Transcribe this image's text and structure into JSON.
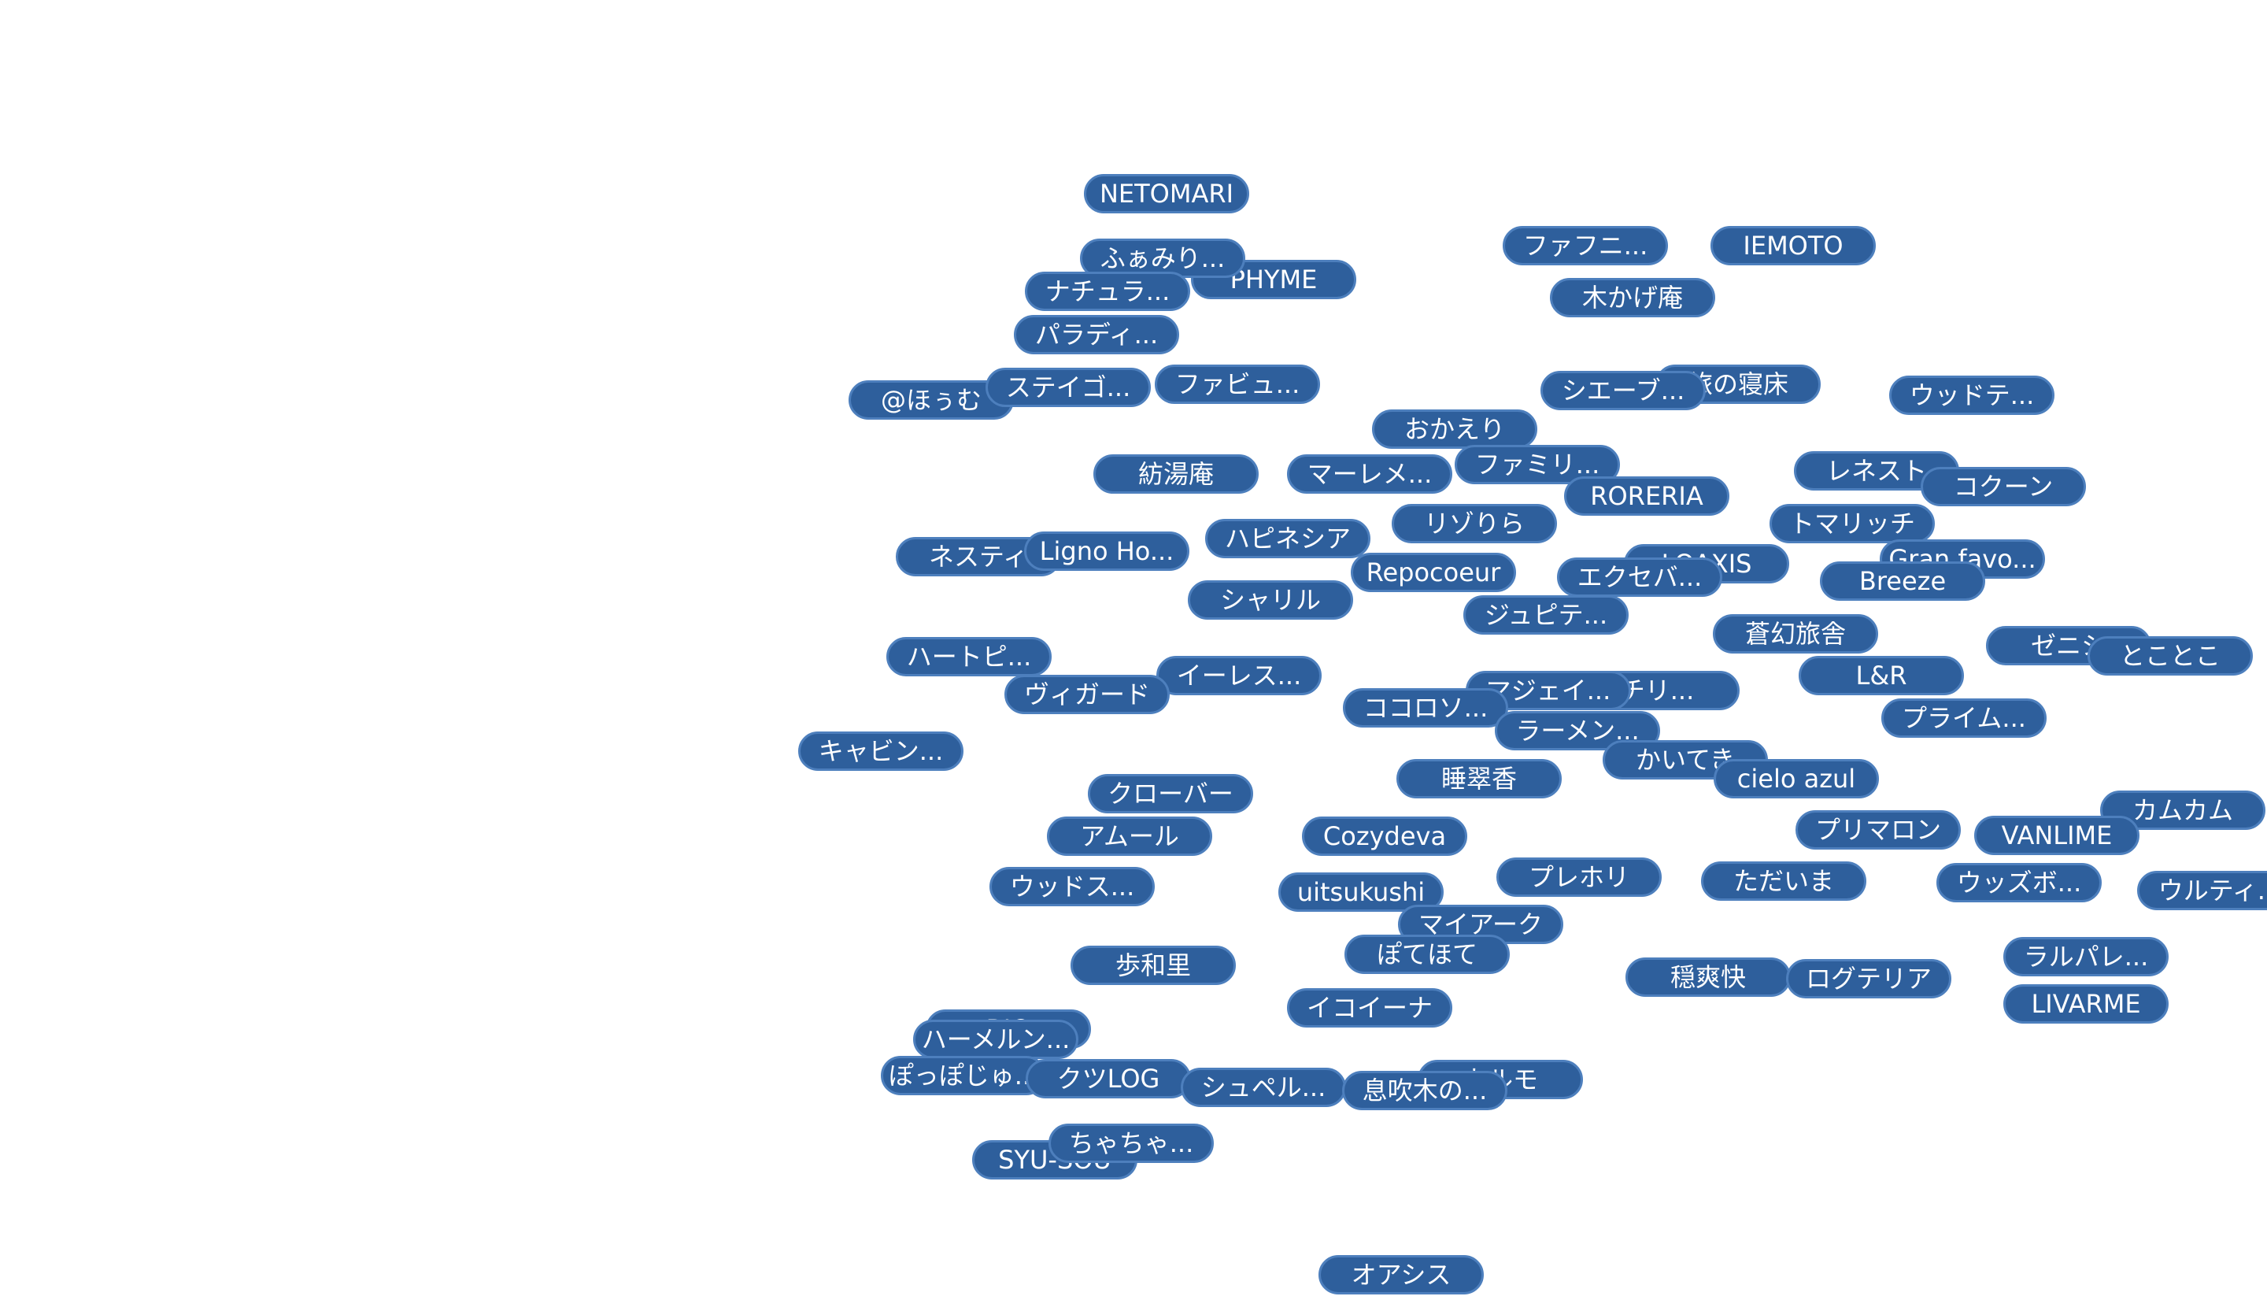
{
  "map": {
    "background": "#ffffff",
    "marker_color": "#2e5f9c",
    "marker_border": "#4d7fbd",
    "marker_text_color": "#ffffff"
  },
  "markers": [
    {
      "label": "NETOMARI"
    },
    {
      "label": "PHYME"
    },
    {
      "label": "ふぁみり..."
    },
    {
      "label": "ナチュラ..."
    },
    {
      "label": "パラディ..."
    },
    {
      "label": "ファフニ..."
    },
    {
      "label": "IEMOTO"
    },
    {
      "label": "木かげ庵"
    },
    {
      "label": "@ほぅむ"
    },
    {
      "label": "ステイゴ..."
    },
    {
      "label": "ファビュ..."
    },
    {
      "label": "旅の寝床"
    },
    {
      "label": "シエーブ..."
    },
    {
      "label": "ウッドテ..."
    },
    {
      "label": "おかえり"
    },
    {
      "label": "紡湯庵"
    },
    {
      "label": "マーレメ..."
    },
    {
      "label": "ファミリ..."
    },
    {
      "label": "レネスト"
    },
    {
      "label": "コクーン"
    },
    {
      "label": "RORERIA"
    },
    {
      "label": "リゾりら"
    },
    {
      "label": "トマリッチ"
    },
    {
      "label": "ハピネシア"
    },
    {
      "label": "ネスティ"
    },
    {
      "label": "Ligno Ho..."
    },
    {
      "label": "LOAXIS"
    },
    {
      "label": "Gran favo..."
    },
    {
      "label": "Repocoeur"
    },
    {
      "label": "エクセバ..."
    },
    {
      "label": "Breeze"
    },
    {
      "label": "シャリル"
    },
    {
      "label": "ジュピテ..."
    },
    {
      "label": "蒼幻旅舎"
    },
    {
      "label": "ゼニシ"
    },
    {
      "label": "とことこ"
    },
    {
      "label": "ハートピ..."
    },
    {
      "label": "イーレス..."
    },
    {
      "label": "L&R"
    },
    {
      "label": "ヴィガード"
    },
    {
      "label": "チリ..."
    },
    {
      "label": "マジェイ..."
    },
    {
      "label": "ココロソ..."
    },
    {
      "label": "プライム..."
    },
    {
      "label": "ラーメン..."
    },
    {
      "label": "キャビン..."
    },
    {
      "label": "かいてき"
    },
    {
      "label": "cielo azul"
    },
    {
      "label": "睡翠香"
    },
    {
      "label": "クローバー"
    },
    {
      "label": "カムカム"
    },
    {
      "label": "プリマロン"
    },
    {
      "label": "VANLIME"
    },
    {
      "label": "アムール"
    },
    {
      "label": "Cozydeva"
    },
    {
      "label": "プレホリ"
    },
    {
      "label": "ただいま"
    },
    {
      "label": "ウッズボ..."
    },
    {
      "label": "ウルティ..."
    },
    {
      "label": "ウッドス..."
    },
    {
      "label": "uitsukushi"
    },
    {
      "label": "マイアーク"
    },
    {
      "label": "ぽてほて"
    },
    {
      "label": "ラルパレ..."
    },
    {
      "label": "歩和里"
    },
    {
      "label": "穏爽快"
    },
    {
      "label": "ログテリア"
    },
    {
      "label": "LIVARME"
    },
    {
      "label": "イコイーナ"
    },
    {
      "label": "RIO"
    },
    {
      "label": "ハーメルン..."
    },
    {
      "label": "ぽっぽじゅ..."
    },
    {
      "label": "クツLOG"
    },
    {
      "label": "カルモ"
    },
    {
      "label": "シュペル..."
    },
    {
      "label": "息吹木の..."
    },
    {
      "label": "SYU-SOU"
    },
    {
      "label": "ちゃちゃ..."
    },
    {
      "label": "オアシス"
    }
  ]
}
